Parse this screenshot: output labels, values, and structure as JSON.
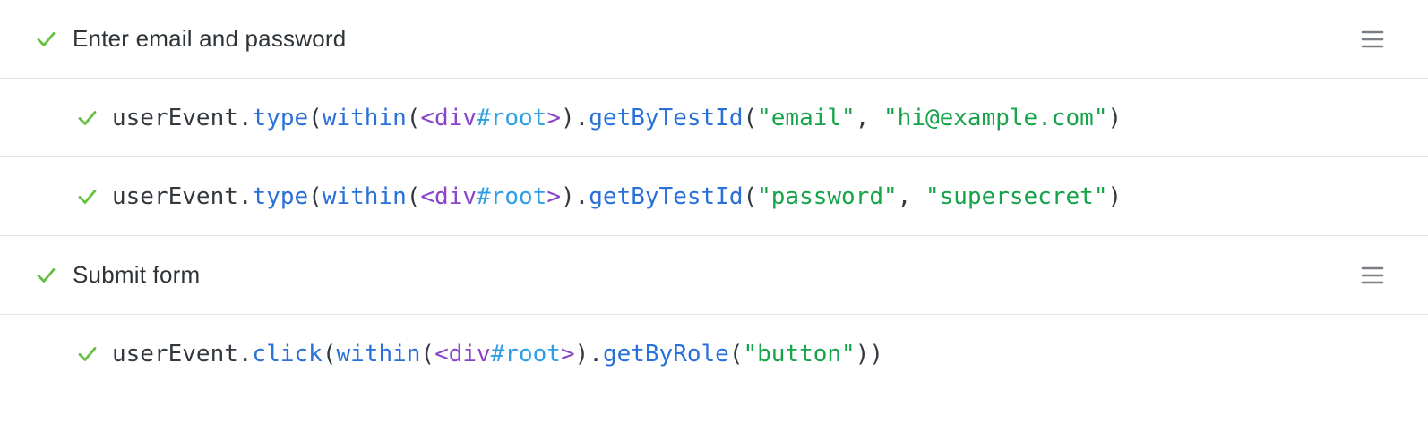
{
  "colors": {
    "check_green": "#66BF3C",
    "method_blue": "#2A70D9",
    "tag_purple": "#8A44C9",
    "element_id_blue": "#2F9FE5",
    "string_green": "#16A34A",
    "code_base": "#33393F",
    "label_text": "#2E3438",
    "divider": "#E6E6E6",
    "list_icon_gray": "#7A7F85"
  },
  "icons": {
    "check": "check-icon",
    "list": "list-icon"
  },
  "rows": [
    {
      "kind": "group",
      "status": "passed",
      "label": "Enter email and password"
    },
    {
      "kind": "call",
      "status": "passed",
      "tokens": [
        {
          "t": "userEvent",
          "c": "base"
        },
        {
          "t": ".",
          "c": "base"
        },
        {
          "t": "type",
          "c": "fn"
        },
        {
          "t": "(",
          "c": "base"
        },
        {
          "t": "within",
          "c": "fn"
        },
        {
          "t": "(",
          "c": "base"
        },
        {
          "t": "<div",
          "c": "tag"
        },
        {
          "t": "#root",
          "c": "id"
        },
        {
          "t": ">",
          "c": "tag"
        },
        {
          "t": ")",
          "c": "base"
        },
        {
          "t": ".",
          "c": "base"
        },
        {
          "t": "getByTestId",
          "c": "fn"
        },
        {
          "t": "(",
          "c": "base"
        },
        {
          "t": "\"email\"",
          "c": "str"
        },
        {
          "t": ", ",
          "c": "base"
        },
        {
          "t": "\"hi@example.com\"",
          "c": "str"
        },
        {
          "t": ")",
          "c": "base"
        }
      ]
    },
    {
      "kind": "call",
      "status": "passed",
      "tokens": [
        {
          "t": "userEvent",
          "c": "base"
        },
        {
          "t": ".",
          "c": "base"
        },
        {
          "t": "type",
          "c": "fn"
        },
        {
          "t": "(",
          "c": "base"
        },
        {
          "t": "within",
          "c": "fn"
        },
        {
          "t": "(",
          "c": "base"
        },
        {
          "t": "<div",
          "c": "tag"
        },
        {
          "t": "#root",
          "c": "id"
        },
        {
          "t": ">",
          "c": "tag"
        },
        {
          "t": ")",
          "c": "base"
        },
        {
          "t": ".",
          "c": "base"
        },
        {
          "t": "getByTestId",
          "c": "fn"
        },
        {
          "t": "(",
          "c": "base"
        },
        {
          "t": "\"password\"",
          "c": "str"
        },
        {
          "t": ", ",
          "c": "base"
        },
        {
          "t": "\"supersecret\"",
          "c": "str"
        },
        {
          "t": ")",
          "c": "base"
        }
      ]
    },
    {
      "kind": "group",
      "status": "passed",
      "label": "Submit form"
    },
    {
      "kind": "call",
      "status": "passed",
      "tokens": [
        {
          "t": "userEvent",
          "c": "base"
        },
        {
          "t": ".",
          "c": "base"
        },
        {
          "t": "click",
          "c": "fn"
        },
        {
          "t": "(",
          "c": "base"
        },
        {
          "t": "within",
          "c": "fn"
        },
        {
          "t": "(",
          "c": "base"
        },
        {
          "t": "<div",
          "c": "tag"
        },
        {
          "t": "#root",
          "c": "id"
        },
        {
          "t": ">",
          "c": "tag"
        },
        {
          "t": ")",
          "c": "base"
        },
        {
          "t": ".",
          "c": "base"
        },
        {
          "t": "getByRole",
          "c": "fn"
        },
        {
          "t": "(",
          "c": "base"
        },
        {
          "t": "\"button\"",
          "c": "str"
        },
        {
          "t": "))",
          "c": "base"
        }
      ]
    }
  ]
}
